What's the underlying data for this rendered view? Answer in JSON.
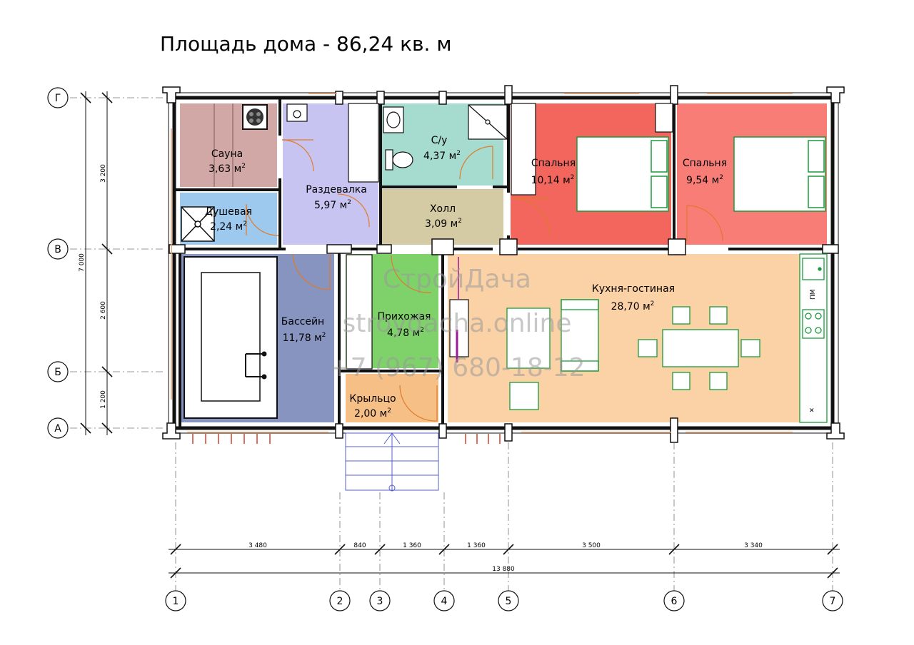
{
  "title": "Площадь дома - 86,24 кв. м",
  "rooms": [
    {
      "id": "sauna",
      "name": "Сауна",
      "area": "3,63 м",
      "sup": "2",
      "color": "#d2a8a6"
    },
    {
      "id": "shower",
      "name": "Душевая",
      "area": "2,24 м",
      "sup": "2",
      "color": "#9ec9ef"
    },
    {
      "id": "changing",
      "name": "Раздевалка",
      "area": "5,97 м",
      "sup": "2",
      "color": "#c8c4f2"
    },
    {
      "id": "wc",
      "name": "С/у",
      "area": "4,37 м",
      "sup": "2",
      "color": "#a6dccf"
    },
    {
      "id": "hall",
      "name": "Холл",
      "area": "3,09 м",
      "sup": "2",
      "color": "#d4cba4"
    },
    {
      "id": "bedroom1",
      "name": "Спальня",
      "area": "10,14 м",
      "sup": "2",
      "color": "#f2665d"
    },
    {
      "id": "bedroom2",
      "name": "Спальня",
      "area": "9,54 м",
      "sup": "2",
      "color": "#f97d77"
    },
    {
      "id": "pool",
      "name": "Бассейн",
      "area": "11,78 м",
      "sup": "2",
      "color": "#8694bf"
    },
    {
      "id": "entry",
      "name": "Прихожая",
      "area": "4,78 м",
      "sup": "2",
      "color": "#7fd16a"
    },
    {
      "id": "porch",
      "name": "Крыльцо",
      "area": "2,00 м",
      "sup": "2",
      "color": "#f6bf86"
    },
    {
      "id": "kitchen",
      "name": "Кухня-гостиная",
      "area": "28,70 м",
      "sup": "2",
      "color": "#fbd1a6"
    }
  ],
  "axes_letters": [
    "Г",
    "В",
    "Б",
    "А"
  ],
  "axes_numbers": [
    "1",
    "2",
    "3",
    "4",
    "5",
    "6",
    "7"
  ],
  "dims_vertical": {
    "total": "7 000",
    "segments": [
      "3 200",
      "2 600",
      "1 200"
    ]
  },
  "dims_horizontal": {
    "segments": [
      "3 480",
      "840",
      "1 360",
      "1 360",
      "3 500",
      "3 340"
    ],
    "total": "13 880"
  },
  "fixture_labels": {
    "fridge": "ПМ"
  },
  "watermark": [
    "СтройДача",
    "stroydacha.online",
    "+7 (967) 680-18-12"
  ],
  "colors": {
    "wall": "#111111",
    "log": "#e8e8e8",
    "axis": "#000000",
    "stairs": "#5560c8",
    "door": "#e07a2a"
  }
}
